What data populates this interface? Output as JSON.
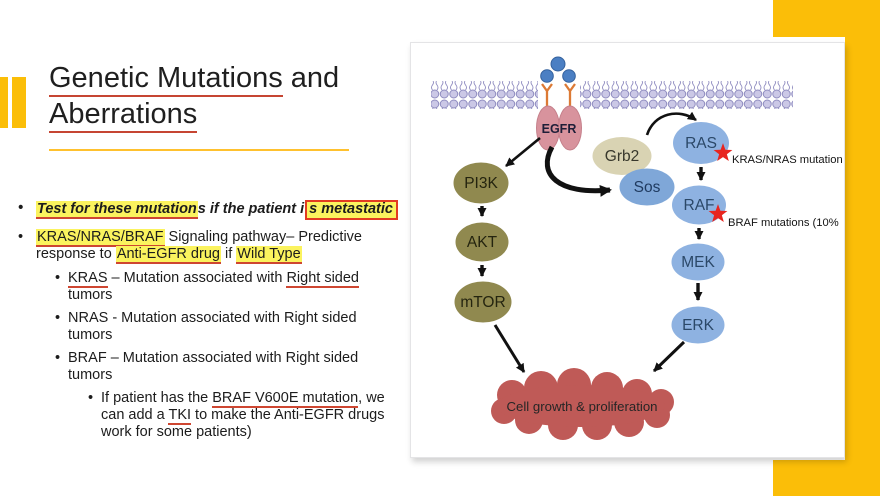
{
  "accent_colors": {
    "gold": "#FBBE08",
    "red_underline": "#CE4631",
    "highlight_yellow": "#FBF35E",
    "box_red": "#E23B22"
  },
  "title": {
    "line1_underlined": "Genetic Mutations",
    "line1_rest": " and",
    "line2": "Aberrations"
  },
  "bullets": {
    "b1": {
      "r1": "Test for these mutation",
      "r2": "s if the patient i",
      "r3": "s metastatic"
    },
    "b2": {
      "l1r1": "KRAS/NRAS/BRAF",
      "l1r2": " Signaling pathway– Predictive",
      "l2r1": "response to ",
      "l2r2": "Anti-EGFR drug",
      "l2r3": " if ",
      "l2r4": "Wild Type"
    },
    "b3": {
      "l1r1": "KRAS",
      "l1r2": " – Mutation associated with ",
      "l1r3": "Right sided",
      "l2": "tumors"
    },
    "b4": {
      "l1": "NRAS - Mutation associated with Right sided",
      "l2": "tumors"
    },
    "b5": {
      "l1": "BRAF – Mutation associated with Right sided",
      "l2": "tumors"
    },
    "b6": {
      "l1r1": "If patient has the ",
      "l1r2": "BRAF V600E mutation",
      "l1r3": ", we",
      "l2r1": "can add a ",
      "l2r2": "TKI",
      "l2r3": " to make the Anti-EGFR drugs",
      "l3": "work for some patients)"
    }
  },
  "diagram": {
    "egfr": "EGFR",
    "pi3k": "PI3K",
    "akt": "AKT",
    "mtor": "mTOR",
    "grb2": "Grb2",
    "sos": "Sos",
    "ras": "RAS",
    "raf": "RAF",
    "mek": "MEK",
    "erk": "ERK",
    "ras_annotation": "KRAS/NRAS mutation",
    "raf_annotation": "BRAF mutations (10%",
    "cloud": "Cell growth & proliferation",
    "colors": {
      "membrane": "#8F8CC0",
      "egfr_fill": "#D8939D",
      "olive_fill": "#90894F",
      "blue_fill": "#8EB2E1",
      "grb2_fill": "#D9D3B3",
      "sos_fill": "#7FA7D8",
      "cloud_fill": "#BF5A57",
      "star_red": "#E8251F",
      "ligand_blue": "#4B7FC3",
      "stalk_orange": "#DC7A35"
    }
  }
}
